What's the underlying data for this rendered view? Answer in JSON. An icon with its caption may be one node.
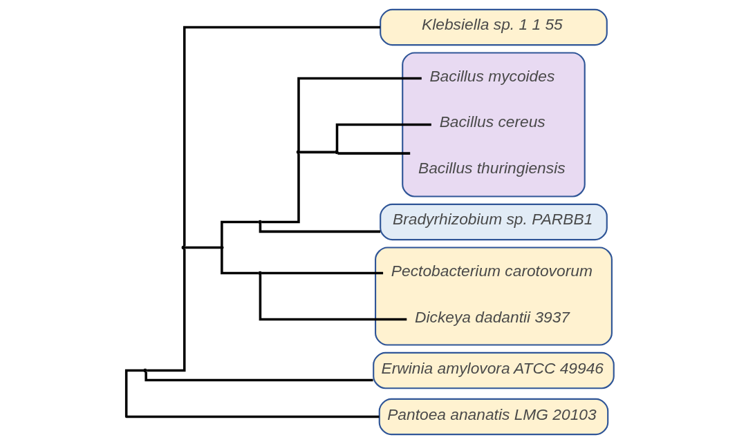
{
  "diagram": {
    "nodes": [
      {
        "text": [
          "Klebsiella sp. 1 1 55"
        ]
      },
      {
        "text": [
          "Bradyrhizobium sp. PARBB1"
        ]
      },
      {
        "text": [],
        "shape": "box"
      },
      {
        "text": [
          "Bacillus mycoides"
        ],
        "in": 2
      },
      {
        "text": [
          "Bacillus cereus"
        ],
        "in": 2
      },
      {
        "text": [
          "Bacillus thuringiensis"
        ],
        "in": 2
      },
      {
        "text": [],
        "shape": "box"
      },
      {
        "text": [
          "Dickeya dadantii 3937"
        ],
        "in": 6
      },
      {
        "text": [
          "Pectobacterium carotovorum"
        ],
        "in": 6
      },
      {
        "text": [
          "Erwinia amylovora ATCC 49946"
        ]
      },
      {
        "text": [
          "Pantoea ananatis LMG 20103"
        ]
      },
      {
        "text": [],
        "shape": "point"
      },
      {
        "text": [],
        "shape": "point"
      },
      {
        "text": [],
        "shape": "point"
      },
      {
        "text": [],
        "shape": "point"
      },
      {
        "text": [],
        "shape": "point"
      },
      {
        "text": [],
        "shape": "point"
      },
      {
        "text": [],
        "shape": "point"
      }
    ],
    "edges": [
      {
        "from": 11,
        "to": 12,
        "arrow": "none"
      },
      {
        "from": 11,
        "to": 9,
        "arrow": "none"
      },
      {
        "from": 11,
        "to": 10,
        "arrow": "none"
      },
      {
        "from": 12,
        "to": 0,
        "arrow": "none"
      },
      {
        "from": 12,
        "to": 13,
        "arrow": "none"
      },
      {
        "from": 13,
        "to": 14,
        "arrow": "none"
      },
      {
        "from": 13,
        "to": 15,
        "arrow": "none"
      },
      {
        "from": 14,
        "to": 1,
        "arrow": "none"
      },
      {
        "from": 14,
        "to": 16,
        "arrow": "none"
      },
      {
        "from": 16,
        "to": 3,
        "arrow": "none"
      },
      {
        "from": 16,
        "to": 17,
        "arrow": "none"
      },
      {
        "from": 17,
        "to": 4,
        "arrow": "none"
      },
      {
        "from": 17,
        "to": 5,
        "arrow": "none"
      },
      {
        "from": 15,
        "to": 7,
        "arrow": "none"
      },
      {
        "from": 15,
        "to": 8,
        "arrow": "none"
      }
    ]
  }
}
